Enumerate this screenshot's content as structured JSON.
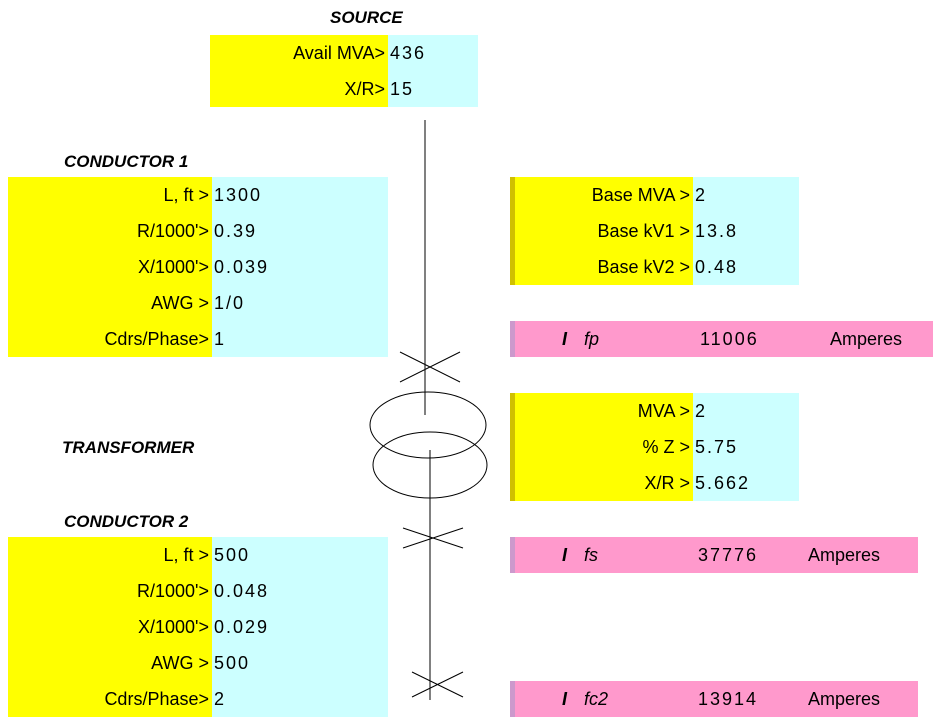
{
  "source": {
    "title": "SOURCE",
    "rows": [
      {
        "label": "Avail MVA>",
        "value": "436"
      },
      {
        "label": "X/R>",
        "value": "15"
      }
    ]
  },
  "conductor1": {
    "title": "CONDUCTOR 1",
    "rows": [
      {
        "label": "L, ft >",
        "value": "1300"
      },
      {
        "label": "R/1000'>",
        "value": "0.39"
      },
      {
        "label": "X/1000'>",
        "value": "0.039"
      },
      {
        "label": "AWG >",
        "value": "1/0"
      },
      {
        "label": "Cdrs/Phase>",
        "value": "1"
      }
    ]
  },
  "base": {
    "rows": [
      {
        "label": "Base MVA >",
        "value": "2"
      },
      {
        "label": "Base kV1 >",
        "value": "13.8"
      },
      {
        "label": "Base kV2 >",
        "value": "0.48"
      }
    ]
  },
  "transformer": {
    "title": "TRANSFORMER",
    "rows": [
      {
        "label": "MVA >",
        "value": "2"
      },
      {
        "label": "% Z >",
        "value": "5.75"
      },
      {
        "label": "X/R >",
        "value": "5.662"
      }
    ]
  },
  "conductor2": {
    "title": "CONDUCTOR 2",
    "rows": [
      {
        "label": "L, ft >",
        "value": "500"
      },
      {
        "label": "R/1000'>",
        "value": "0.048"
      },
      {
        "label": "X/1000'>",
        "value": "0.029"
      },
      {
        "label": "AWG >",
        "value": "500"
      },
      {
        "label": "Cdrs/Phase>",
        "value": "2"
      }
    ]
  },
  "results": {
    "fp": {
      "symbol": "I",
      "sub": "fp",
      "value": "11006",
      "unit": "Amperes"
    },
    "fs": {
      "symbol": "I",
      "sub": "fs",
      "value": "37776",
      "unit": "Amperes"
    },
    "fc2": {
      "symbol": "I",
      "sub": "fc2",
      "value": "13914",
      "unit": "Amperes"
    }
  },
  "colors": {
    "label_bg": "#ffff00",
    "value_bg": "#ccffff",
    "result_bg": "#ff99cc"
  }
}
